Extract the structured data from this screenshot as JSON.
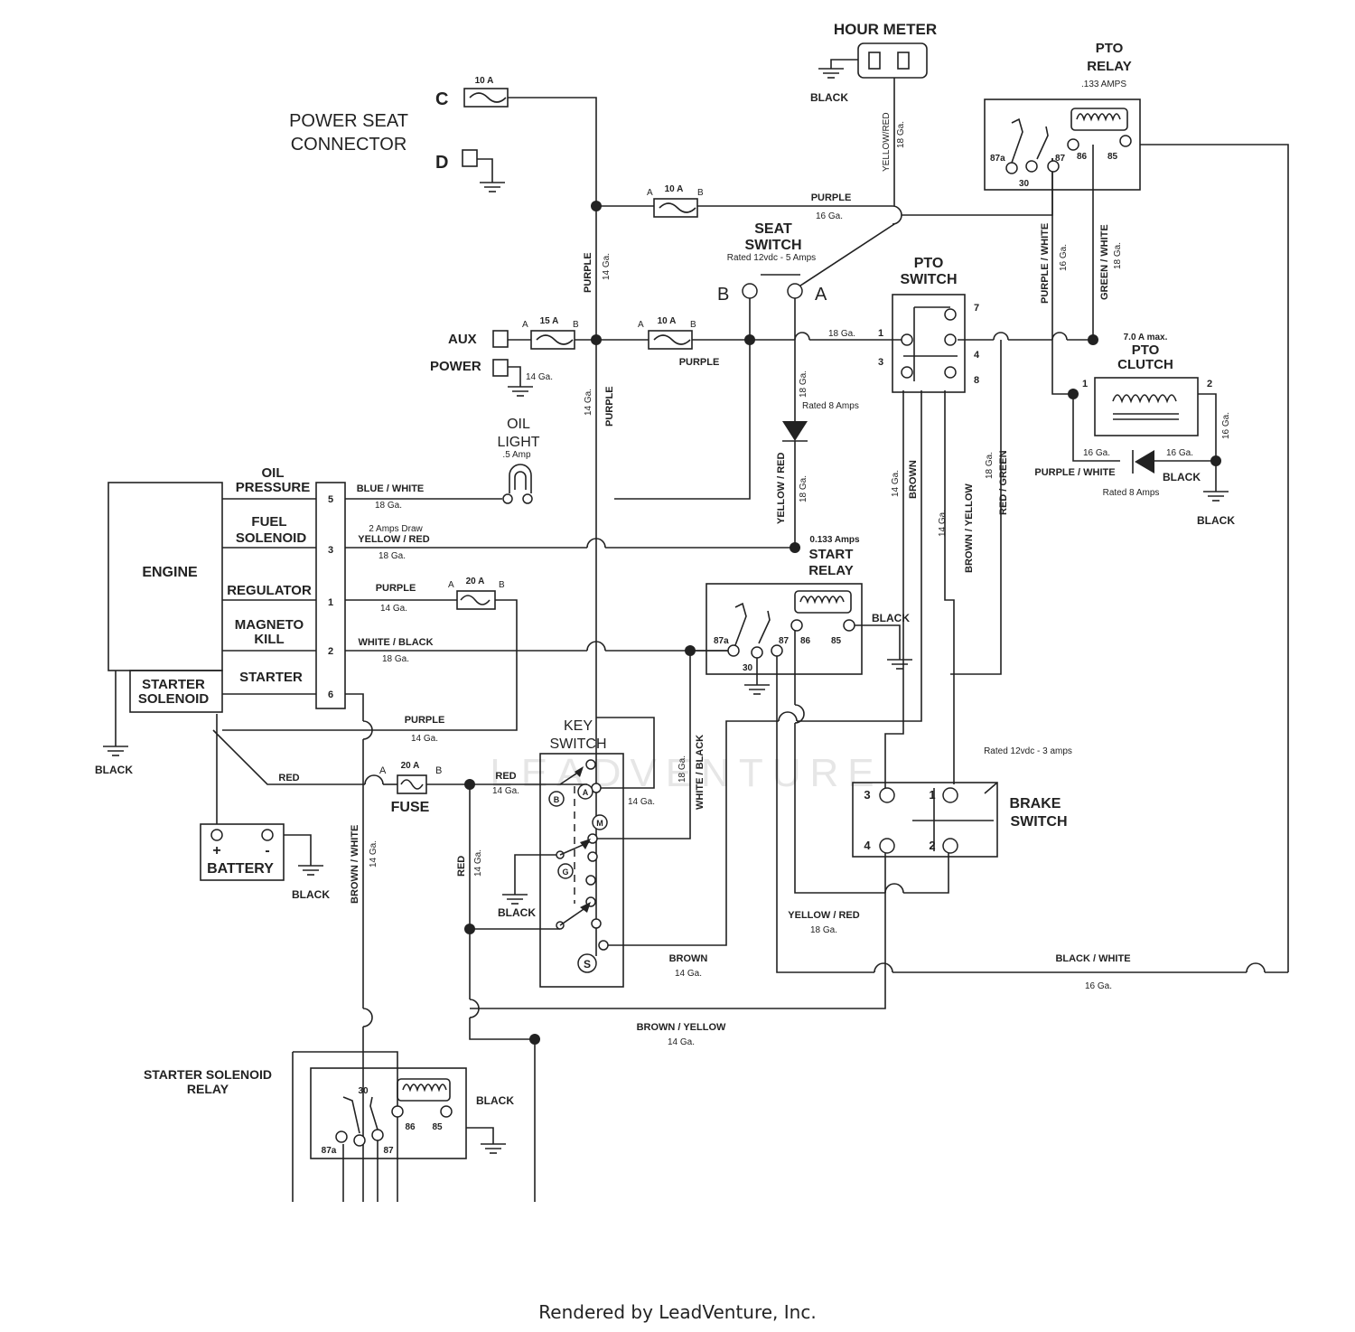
{
  "components": {
    "hour_meter": "HOUR METER",
    "pto_relay_1": "PTO",
    "pto_relay_2": "RELAY",
    "pto_relay_amps": ".133 AMPS",
    "power_seat_1": "POWER SEAT",
    "power_seat_2": "CONNECTOR",
    "pin_c": "C",
    "pin_d": "D",
    "seat_switch_1": "SEAT",
    "seat_switch_2": "SWITCH",
    "seat_switch_rating": "Rated 12vdc - 5 Amps",
    "pto_switch_1": "PTO",
    "pto_switch_2": "SWITCH",
    "aux": "AUX",
    "power": "POWER",
    "pto_clutch_max": "7.0 A max.",
    "pto_clutch_1": "PTO",
    "pto_clutch_2": "CLUTCH",
    "oil_light_1": "OIL",
    "oil_light_2": "LIGHT",
    "oil_light_amp": ".5 Amp",
    "engine": "ENGINE",
    "oil_pressure_1": "OIL",
    "oil_pressure_2": "PRESSURE",
    "fuel_solenoid_1": "FUEL",
    "fuel_solenoid_2": "SOLENOID",
    "regulator": "REGULATOR",
    "magneto_kill_1": "MAGNETO",
    "magneto_kill_2": "KILL",
    "starter": "STARTER",
    "starter_solenoid_1": "STARTER",
    "starter_solenoid_2": "SOLENOID",
    "start_relay_amps": "0.133 Amps",
    "start_relay_1": "START",
    "start_relay_2": "RELAY",
    "key_switch_1": "KEY",
    "key_switch_2": "SWITCH",
    "fuse": "FUSE",
    "battery": "BATTERY",
    "brake_switch_rating": "Rated 12vdc - 3 amps",
    "brake_switch_1": "BRAKE",
    "brake_switch_2": "SWITCH",
    "starter_solenoid_relay_1": "STARTER SOLENOID",
    "starter_solenoid_relay_2": "RELAY",
    "rated_8_amps": "Rated 8 Amps"
  },
  "fuses": {
    "f10a": "10 A",
    "f15a": "15 A",
    "f20a": "20 A",
    "a": "A",
    "b": "B"
  },
  "wires": {
    "purple": "PURPLE",
    "black": "BLACK",
    "yellow_red": "YELLOW/RED",
    "yellow_red_sp": "YELLOW / RED",
    "purple_white": "PURPLE / WHITE",
    "green_white": "GREEN / WHITE",
    "blue_white": "BLUE / WHITE",
    "white_black": "WHITE / BLACK",
    "brown": "BROWN",
    "brown_yellow": "BROWN / YELLOW",
    "red_green": "RED / GREEN",
    "red": "RED",
    "brown_white": "BROWN / WHITE",
    "black_white": "BLACK / WHITE",
    "draw_2a": "2 Amps Draw"
  },
  "gauges": {
    "g14": "14 Ga.",
    "g16": "16 Ga.",
    "g18": "18 Ga."
  },
  "terminals": {
    "t87a": "87a",
    "t87": "87",
    "t86": "86",
    "t85": "85",
    "t30": "30",
    "n1": "1",
    "n2": "2",
    "n3": "3",
    "n4": "4",
    "n5": "5",
    "n6": "6",
    "n7": "7",
    "n8": "8",
    "sw_a": "A",
    "sw_b": "B",
    "ks_b": "B",
    "ks_a": "A",
    "ks_m": "M",
    "ks_g": "G",
    "ks_s": "S",
    "plus": "+",
    "minus": "-"
  },
  "watermark": "LEADVENTURE",
  "footer": "Rendered by LeadVenture, Inc."
}
